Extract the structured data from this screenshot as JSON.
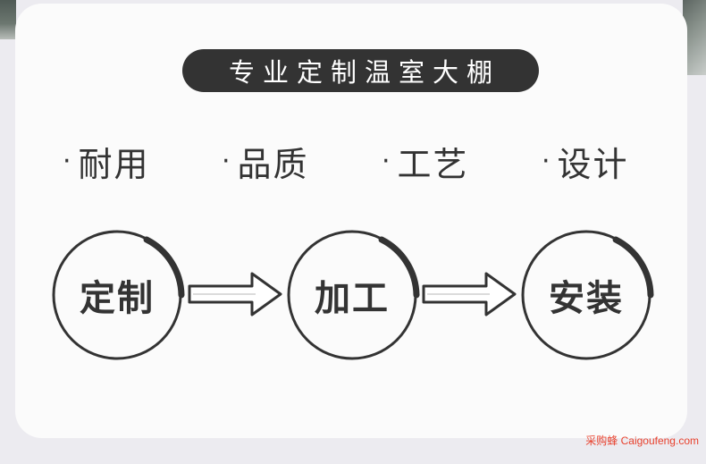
{
  "title": "专业定制温室大棚",
  "features": [
    "耐用",
    "品质",
    "工艺",
    "设计"
  ],
  "bullet": "·",
  "steps": [
    "定制",
    "加工",
    "安装"
  ],
  "arrow_icon": "right-arrow-icon",
  "watermark": "采购蜂 Caigoufeng.com",
  "colors": {
    "background": "#ecebf0",
    "card": "#fbfbfb",
    "dark": "#333333",
    "watermark": "#e8412d"
  }
}
